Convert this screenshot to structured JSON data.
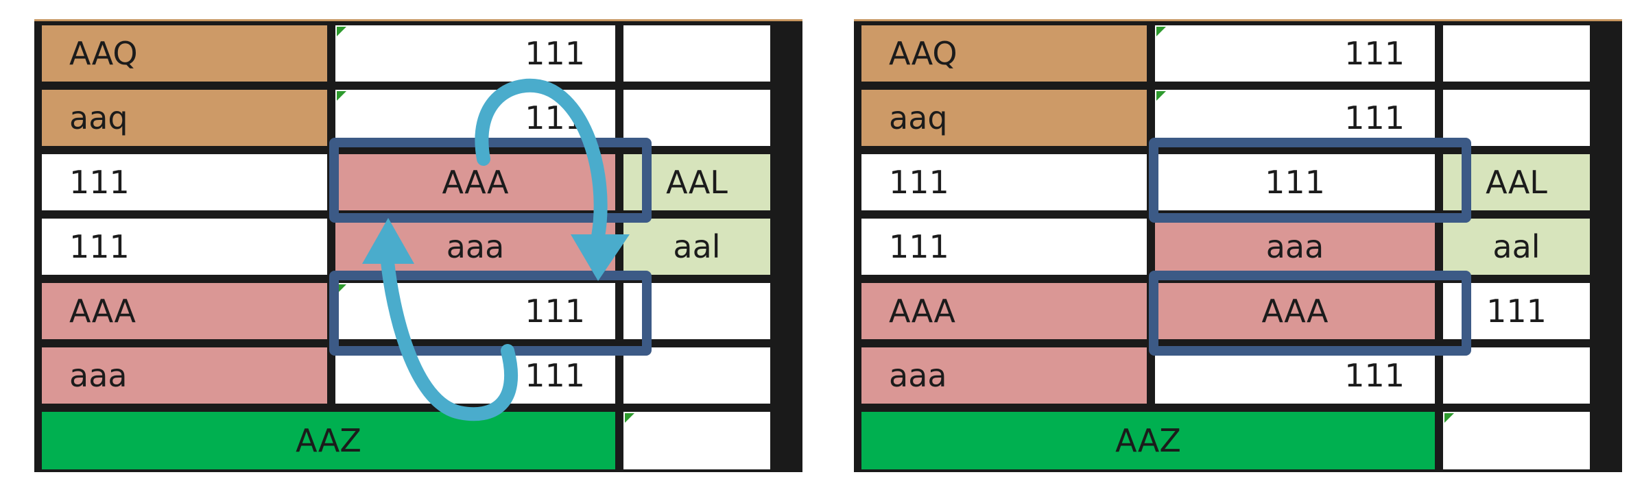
{
  "left_table": {
    "rows": [
      [
        "AAQ",
        "111",
        ""
      ],
      [
        "aaq",
        "111",
        ""
      ],
      [
        "111",
        "AAA",
        "AAL"
      ],
      [
        "111",
        "aaa",
        "aal"
      ],
      [
        "AAA",
        "111",
        ""
      ],
      [
        "aaa",
        "111",
        ""
      ]
    ],
    "footer": [
      "AAZ",
      ""
    ]
  },
  "right_table": {
    "rows": [
      [
        "AAQ",
        "111",
        ""
      ],
      [
        "aaq",
        "111",
        ""
      ],
      [
        "111",
        "111",
        "AAL"
      ],
      [
        "111",
        "aaa",
        "aal"
      ],
      [
        "AAA",
        "AAA",
        "111"
      ],
      [
        "aaa",
        "111",
        ""
      ]
    ],
    "footer": [
      "AAZ",
      ""
    ]
  },
  "colors": {
    "tan": "#cd9a67",
    "pink": "#da9795",
    "light_green": "#d7e4bc",
    "green": "#00b050",
    "highlight": "#3c5a86",
    "arrow": "#4aaccc"
  },
  "icons": [
    "swap-arrow-down-icon",
    "swap-arrow-up-icon"
  ]
}
